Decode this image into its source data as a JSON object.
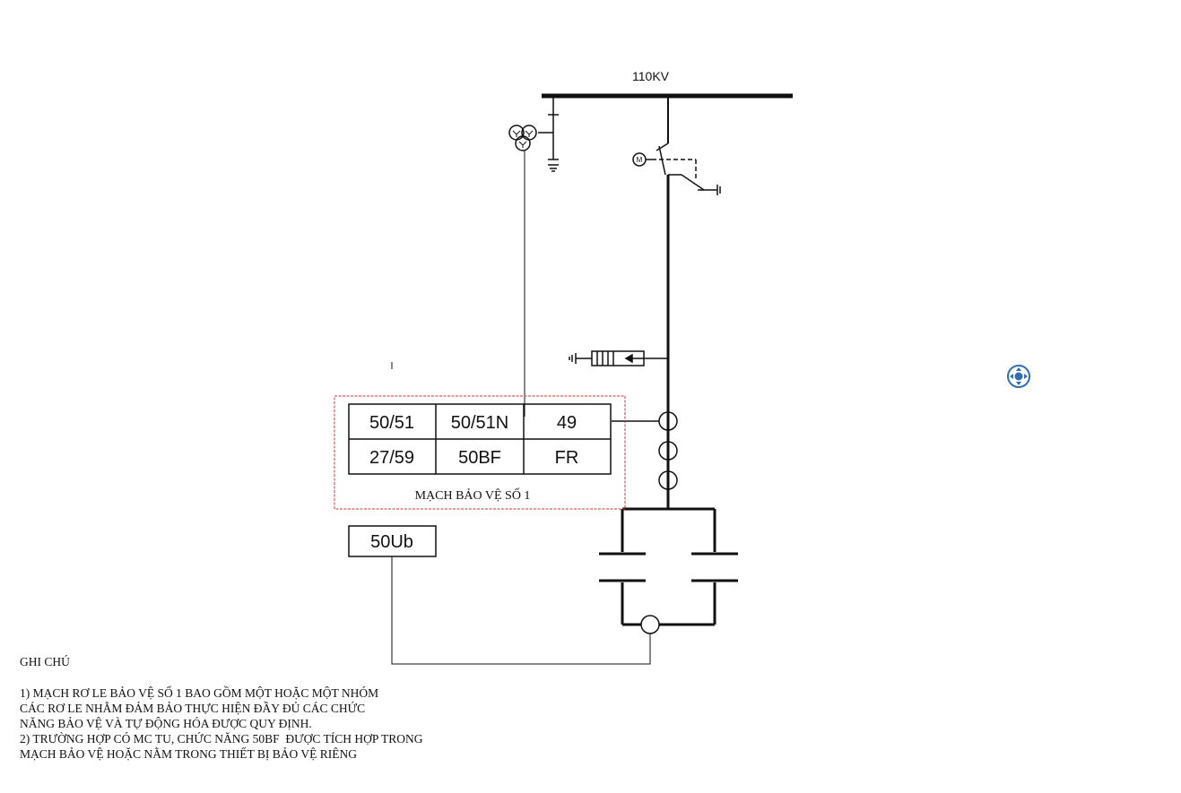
{
  "busbar_label": "110KV",
  "relay_panel": {
    "functions": [
      "50/51",
      "50/51N",
      "49",
      "27/59",
      "50BF",
      "FR"
    ],
    "caption": "MẠCH BẢO VỆ SỐ 1"
  },
  "unbalance_relay": "50Ub",
  "notes": {
    "title": "GHI CHÚ",
    "lines": [
      "1) MẠCH RƠ LE BẢO VỆ SỐ 1 BAO GỒM MỘT HOẶC MỘT NHÓM",
      "CÁC RƠ LE NHẰM ĐẢM BẢO THỰC HIỆN ĐẦY ĐỦ CÁC CHỨC",
      "NĂNG BẢO VỆ VÀ TỰ ĐỘNG HÓA ĐƯỢC QUY ĐỊNH.",
      "2) TRƯỜNG HỢP CÓ MC TU, CHỨC NĂNG 50BF  ĐƯỢC TÍCH HỢP TRONG",
      "MẠCH BẢO VỆ HOẶC NẰM TRONG THIẾT BỊ BẢO VỆ RIÊNG"
    ]
  },
  "motor_symbol": "M",
  "colors": {
    "line": "#111111",
    "panel_border": "#c0392b",
    "nav_icon": "#2f6db5"
  }
}
